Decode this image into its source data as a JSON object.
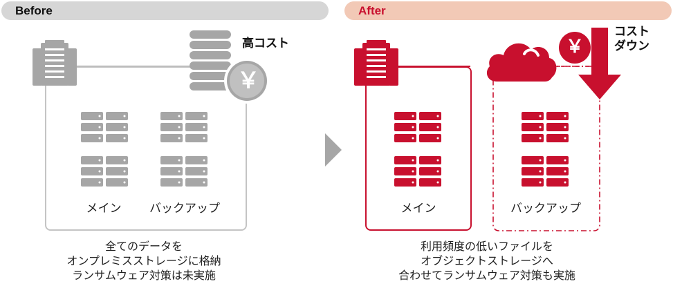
{
  "before": {
    "header": "Before",
    "cost_label": "高コスト",
    "main_label": "メイン",
    "backup_label": "バックアップ",
    "caption": [
      "全てのデータを",
      "オンプレミスストレージに格納",
      "ランサムウェア対策は未実施"
    ]
  },
  "after": {
    "header": "After",
    "cost_label": [
      "コスト",
      "ダウン"
    ],
    "main_label": "メイン",
    "backup_label": "バックアップ",
    "caption": [
      "利用頻度の低いファイルを",
      "オブジェクトストレージへ",
      "合わせてランサムウェア対策も実施"
    ]
  },
  "yen_symbol": "￥",
  "colors": {
    "gray": "#a6a6a6",
    "light_gray": "#d6d6d6",
    "red": "#c8102e",
    "peach": "#f2c9b6"
  },
  "icons": [
    "server-building-icon",
    "coin-stack-icon",
    "yen-coin-icon",
    "storage-rack-icon",
    "cloud-icon",
    "arrow-right-icon",
    "arrow-down-icon"
  ]
}
